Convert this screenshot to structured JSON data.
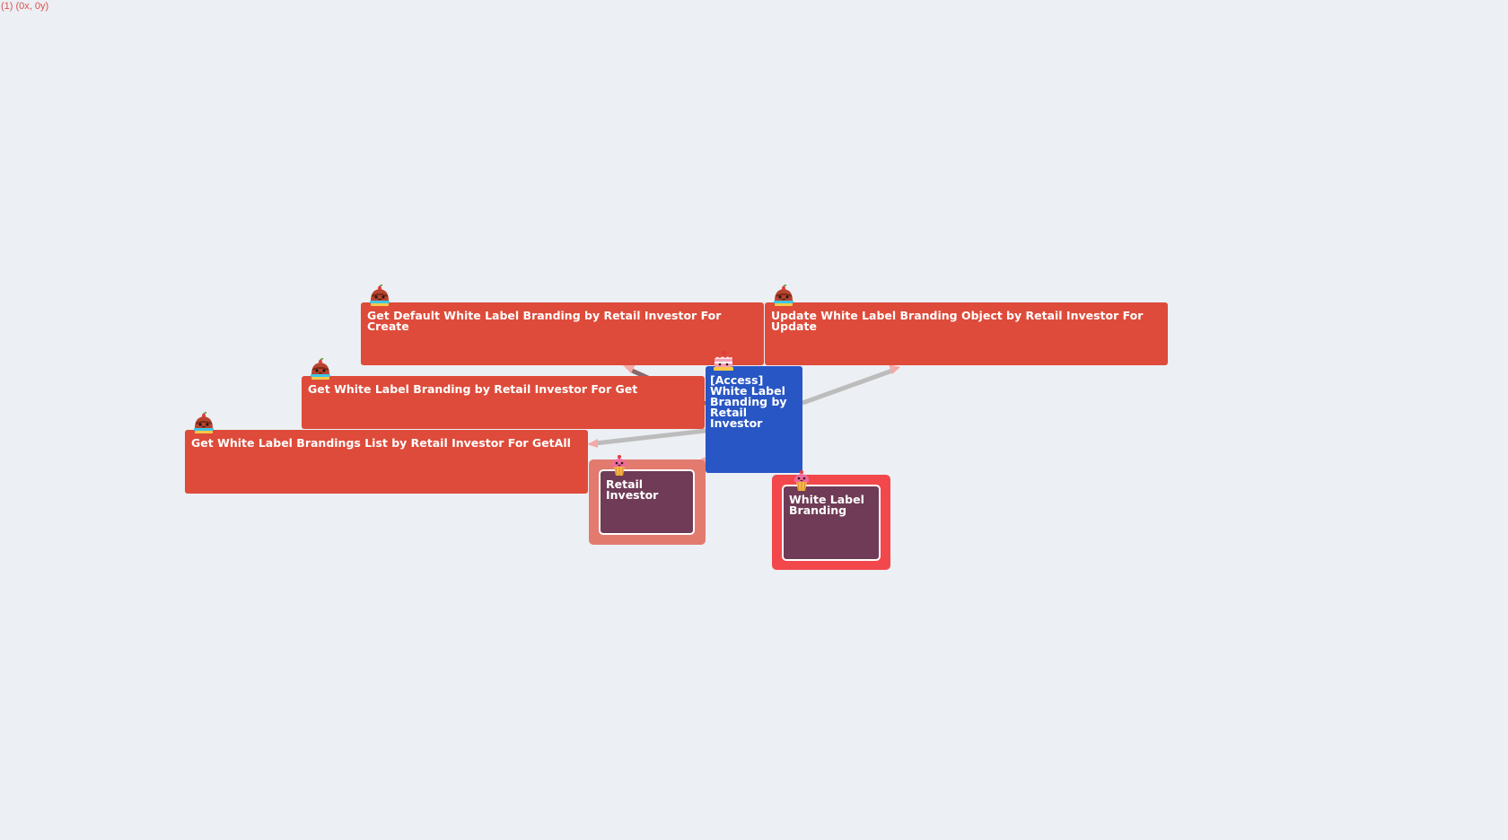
{
  "coordinate_readout": "(1) (0x, 0y)",
  "colors": {
    "operation_node": "#de4b3a",
    "access_node": "#2856c4",
    "entity_inner": "#6f3b56",
    "retail_investor_frame": "#e37a6e",
    "white_label_frame": "#f2484c",
    "edge": "#bcbcbc",
    "edge_head": "#f3aaa6",
    "background": "#eceff4"
  },
  "icons": {
    "operation_badge": "cake-slice-icon",
    "access_badge": "layer-cake-icon",
    "entity_badge": "cupcake-icon"
  },
  "nodes": {
    "op_create": {
      "label": "Get Default White Label Branding by Retail Investor For Create"
    },
    "op_update": {
      "label": "Update White Label Branding Object by Retail Investor For Update"
    },
    "op_get": {
      "label": "Get White Label Branding by Retail Investor For Get"
    },
    "op_getall": {
      "label": "Get White Label Brandings List by Retail Investor For GetAll"
    },
    "access": {
      "label": "[Access] White Label Branding by Retail Investor"
    },
    "retail_investor": {
      "label": "Retail Investor"
    },
    "white_label_branding": {
      "label": "White Label Branding"
    }
  }
}
